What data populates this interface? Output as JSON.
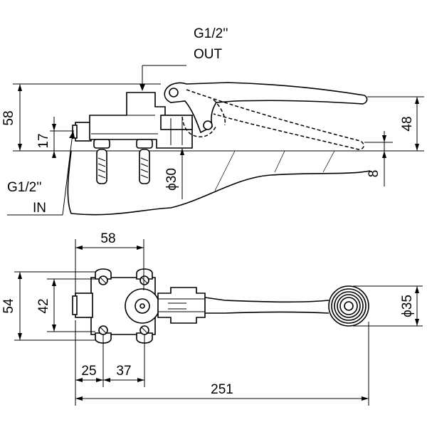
{
  "labels": {
    "outlet_thread": "G1/2''",
    "outlet_word": "OUT",
    "inlet_thread": "G1/2''",
    "inlet_word": "IN"
  },
  "dimensions": {
    "side_height_overall": "58",
    "side_inlet_height": "17",
    "side_pedal_height": "48",
    "side_pedal_clearance": "8",
    "side_pipe_diameter": "ϕ30",
    "top_mount_width": "58",
    "top_depth_outer": "54",
    "top_depth_inner": "42",
    "top_offset_a": "25",
    "top_offset_b": "37",
    "top_overall_length": "251",
    "top_pedal_diameter": "ϕ35"
  }
}
